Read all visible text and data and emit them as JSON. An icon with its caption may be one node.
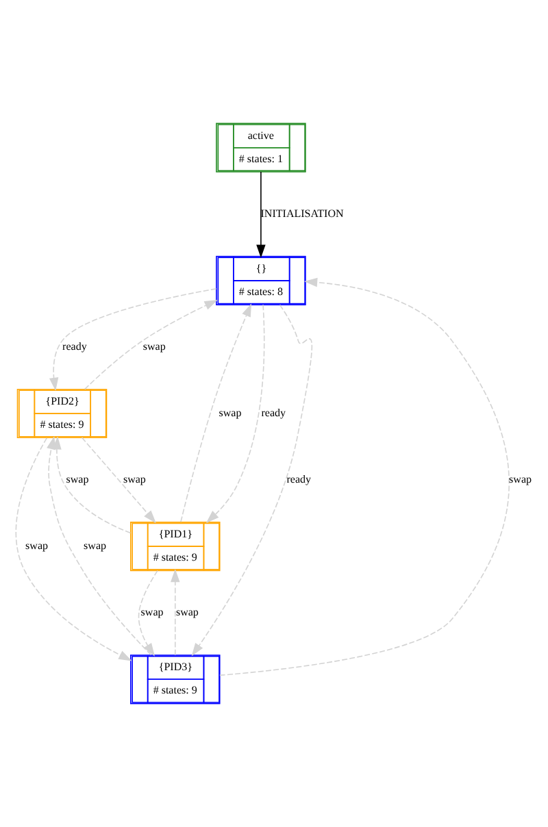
{
  "diagram": {
    "nodes": [
      {
        "text": [
          "active",
          "# states: 1"
        ]
      },
      {
        "text": [
          "{}",
          "# states: 8"
        ]
      },
      {
        "text": [
          "{PID2}",
          "# states: 9"
        ]
      },
      {
        "text": [
          "{PID3}",
          "# states: 9"
        ]
      },
      {
        "text": [
          "{PID1}",
          "# states: 9"
        ]
      }
    ],
    "edges": [
      {
        "from": 0,
        "to": 1,
        "arrow": "to",
        "label": "INITIALISATION",
        "color": "#000000"
      },
      {
        "from": 1,
        "to": 2,
        "arrow": "to",
        "label": "ready",
        "style": "dashed"
      },
      {
        "from": 2,
        "to": 1,
        "arrow": "to",
        "label": "swap",
        "style": "dashed"
      },
      {
        "from": 3,
        "to": 1,
        "arrow": "to",
        "label": "swap",
        "style": "dashed"
      },
      {
        "from": 1,
        "to": 3,
        "arrow": "to",
        "label": "ready",
        "style": "dashed"
      },
      {
        "from": 1,
        "to": 4,
        "arrow": "to",
        "label": "ready",
        "style": "dashed"
      },
      {
        "from": 4,
        "to": 1,
        "arrow": "to",
        "label": "swap",
        "style": "dashed"
      },
      {
        "from": 3,
        "to": 2,
        "arrow": "to",
        "label": "swap",
        "style": "dashed"
      },
      {
        "from": 2,
        "to": 3,
        "arrow": "to",
        "label": "swap",
        "style": "dashed"
      },
      {
        "from": 4,
        "to": 2,
        "arrow": "to",
        "label": "swap",
        "style": "dashed"
      },
      {
        "from": 2,
        "to": 4,
        "arrow": "to",
        "label": "swap",
        "style": "dashed"
      },
      {
        "from": 3,
        "to": 4,
        "arrow": "to",
        "label": "swap",
        "style": "dashed"
      },
      {
        "from": 4,
        "to": 3,
        "arrow": "to",
        "label": "swap",
        "style": "dashed"
      }
    ]
  }
}
